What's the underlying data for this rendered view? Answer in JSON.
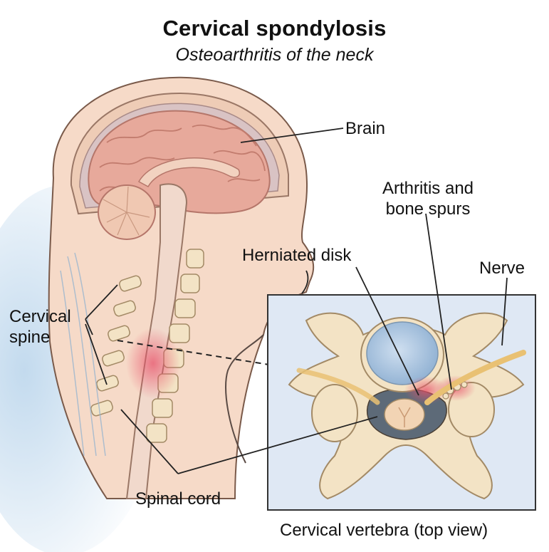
{
  "header": {
    "title": "Cervical spondylosis",
    "subtitle": "Osteoarthritis of the neck"
  },
  "labels": {
    "brain": "Brain",
    "arthritis_line1": "Arthritis and",
    "arthritis_line2": "bone spurs",
    "herniated_disk": "Herniated disk",
    "nerve": "Nerve",
    "cervical_spine_line1": "Cervical",
    "cervical_spine_line2": "spine",
    "spinal_cord": "Spinal cord",
    "inset_caption": "Cervical vertebra (top view)"
  },
  "colors": {
    "skin": "#f6dac8",
    "brain": "#e7a99b",
    "bone": "#f3e3c5",
    "disc": "#a9c3dc",
    "inset_bg": "#dfe8f4",
    "inflammation": "#e8526a",
    "nerve": "#e9c173",
    "neck_shadow": "#bcd6ec"
  }
}
